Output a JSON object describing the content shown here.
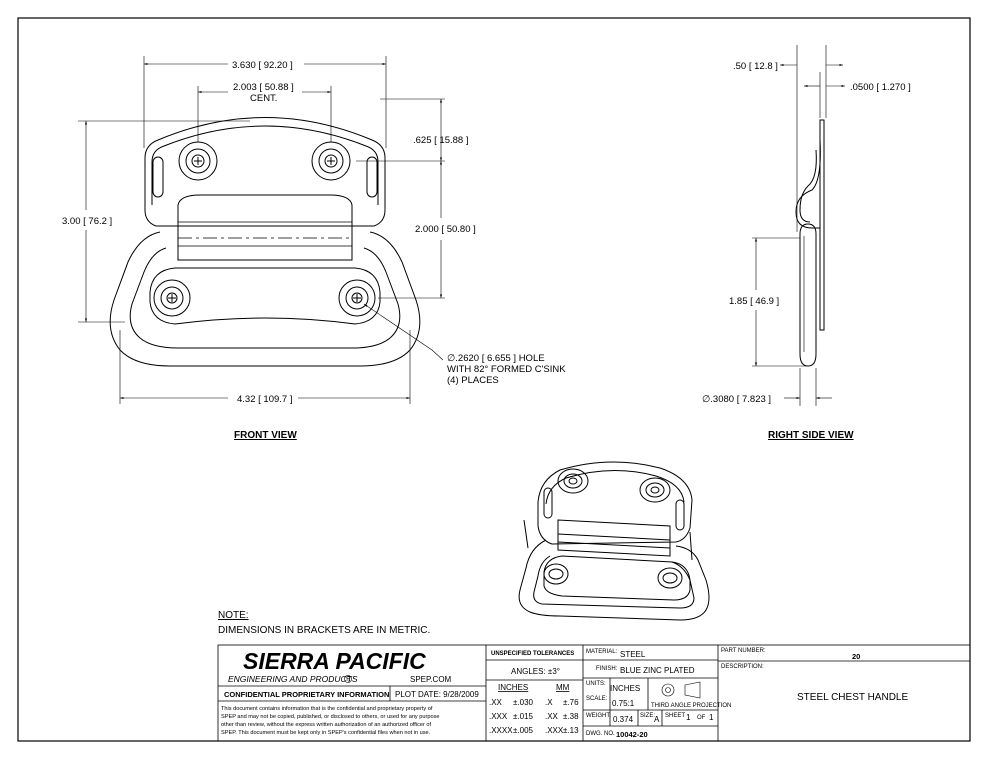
{
  "dimensions": {
    "front": {
      "overall_width": "3.630",
      "overall_width_mm": "92.20",
      "center_distance": "2.003",
      "center_distance_mm": "50.88",
      "center_note": "CENT.",
      "height": "3.00",
      "height_mm": "76.2",
      "top_offset": ".625",
      "top_offset_mm": "15.88",
      "hole_spacing_vertical": "2.000",
      "hole_spacing_vertical_mm": "50.80",
      "handle_width": "4.32",
      "handle_width_mm": "109.7",
      "hole_note_line1_prefix": "∅.2620",
      "hole_note_line1_mm": "6.655",
      "hole_note_line1_suffix": "HOLE",
      "hole_note_line2": "WITH 82° FORMED C'SINK",
      "hole_note_line3": "(4) PLACES"
    },
    "side": {
      "depth": ".50",
      "depth_mm": "12.8",
      "thickness": ".0500",
      "thickness_mm": "1.270",
      "handle_drop": "1.85",
      "handle_drop_mm": "46.9",
      "wire_dia": "∅.3080",
      "wire_dia_mm": "7.823"
    }
  },
  "views": {
    "front_label": "FRONT VIEW",
    "side_label": "RIGHT SIDE VIEW"
  },
  "note": {
    "heading": "NOTE:",
    "text": "DIMENSIONS IN BRACKETS ARE IN METRIC."
  },
  "title_block": {
    "company": "SIERRA PACIFIC",
    "company_sub": "ENGINEERING AND PRODUCTS",
    "registered": "R",
    "website": "SPEP.COM",
    "confidential_heading": "CONFIDENTIAL PROPRIETARY INFORMATION",
    "plot_date_label": "PLOT DATE:",
    "plot_date": "9/28/2009",
    "confidential_lines": [
      "This document contains information that is the confidential and proprietary property of",
      "SPEP and may not be copied, published, or disclosed to others, or used for any purpose",
      "other than review, without the express written authorization of an authorized officer of",
      "SPEP. This document must be kept only in SPEP's confidential files when not in use."
    ],
    "tolerances_heading": "UNSPECIFIED TOLERANCES",
    "angles_label": "ANGLES:",
    "angles_value": "±3°",
    "inches_heading": "INCHES",
    "mm_heading": "MM",
    "tol_rows": [
      {
        "in_fmt": ".XX",
        "in_val": "±.030",
        "mm_fmt": ".X",
        "mm_val": "±.76"
      },
      {
        "in_fmt": ".XXX",
        "in_val": "±.015",
        "mm_fmt": ".XX",
        "mm_val": "±.38"
      },
      {
        "in_fmt": ".XXXX",
        "in_val": "±.005",
        "mm_fmt": ".XXX",
        "mm_val": "±.13"
      }
    ],
    "material_label": "MATERIAL:",
    "material": "STEEL",
    "finish_label": "FINISH:",
    "finish": "BLUE ZINC PLATED",
    "units_label": "UNITS:",
    "units": "INCHES",
    "projection_label": "THIRD ANGLE PROJECTION",
    "scale_label": "SCALE:",
    "scale": "0.75:1",
    "weight_label": "WEIGHT:",
    "weight": "0.374",
    "size_label": "SIZE:",
    "size": "A",
    "sheet_label": "SHEET",
    "sheet": "1",
    "of_label": "OF",
    "sheets": "1",
    "dwg_label": "DWG. NO.",
    "dwg_no": "10042-20",
    "part_label": "PART NUMBER:",
    "part_number": "20",
    "description_label": "DESCRIPTION:",
    "description": "STEEL CHEST HANDLE"
  }
}
